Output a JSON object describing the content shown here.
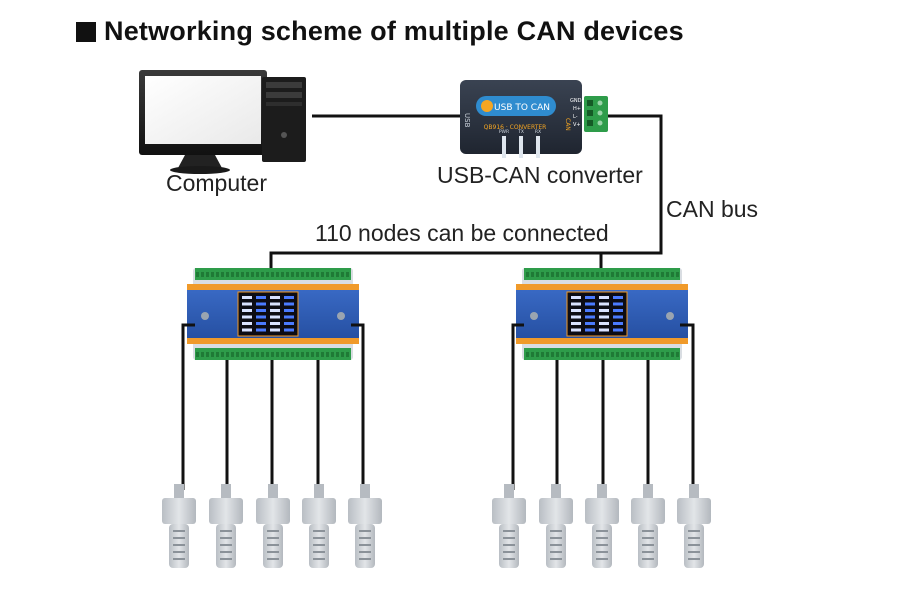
{
  "title": "Networking scheme of multiple CAN devices",
  "labels": {
    "computer": "Computer",
    "converter": "USB-CAN converter",
    "can_bus": "CAN bus",
    "nodes": "110 nodes can be connected"
  },
  "converter_device": {
    "badge": "USB TO CAN",
    "model": "QB916 · CONVERTER",
    "usb_label": "USB",
    "pins": [
      "GND",
      "H+",
      "L-",
      "V+"
    ],
    "leds": [
      "PWR",
      "TX",
      "RX"
    ],
    "side_mark": "CAN"
  },
  "controllers": [
    {
      "id": "left",
      "sensor_count": 5
    },
    {
      "id": "right",
      "sensor_count": 5
    }
  ],
  "colors": {
    "wire": "#111111",
    "converter_body": "#2c3442",
    "converter_badge": "#2f8ccf",
    "terminal_green": "#2e9c4a",
    "controller_blue": "#2f5eb8",
    "controller_orange": "#f09a2a",
    "sensor_gray": "#c7cbd0"
  }
}
